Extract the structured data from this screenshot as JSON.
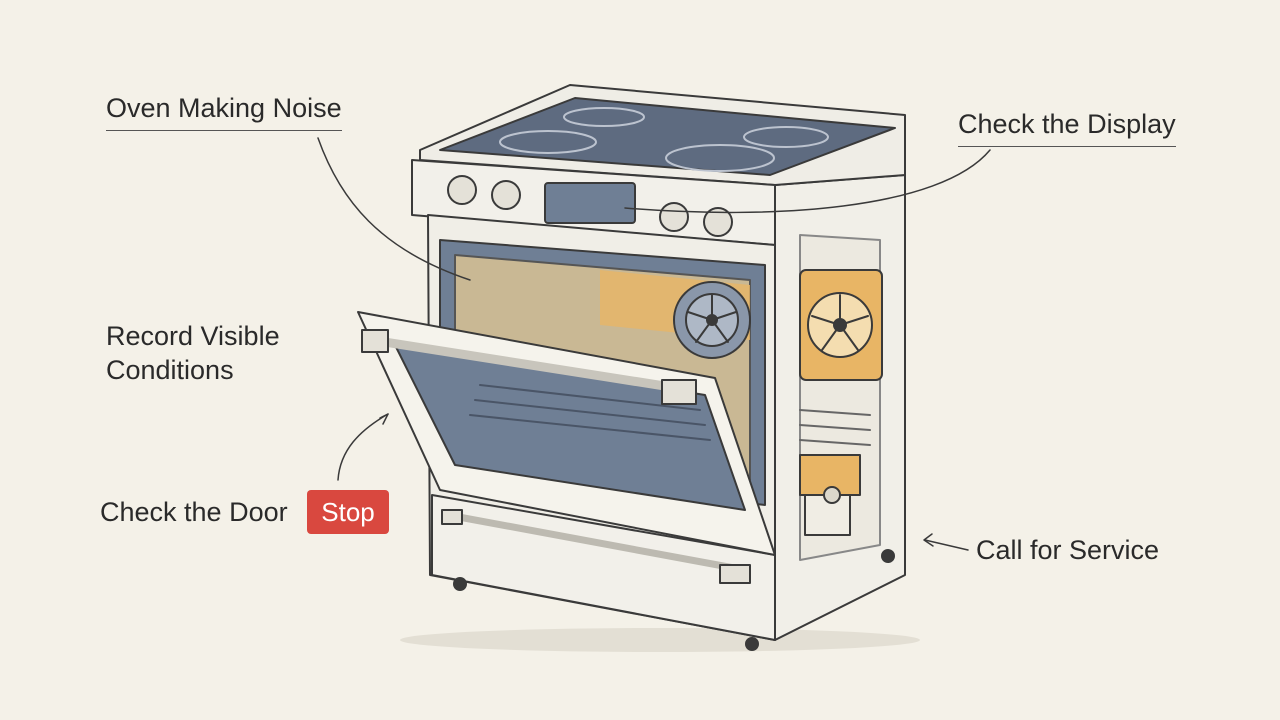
{
  "labels": {
    "oven_noise": "Oven Making Noise",
    "check_display": "Check the Display",
    "record_conditions": "Record Visible Conditions",
    "check_door": "Check the Door",
    "stop": "Stop",
    "call_service": "Call for Service"
  },
  "colors": {
    "background": "#f4f1e8",
    "stop_badge": "#d9483f",
    "fan_accent": "#e8b565",
    "glass": "#6f7f95",
    "cooktop": "#5e6b80"
  }
}
